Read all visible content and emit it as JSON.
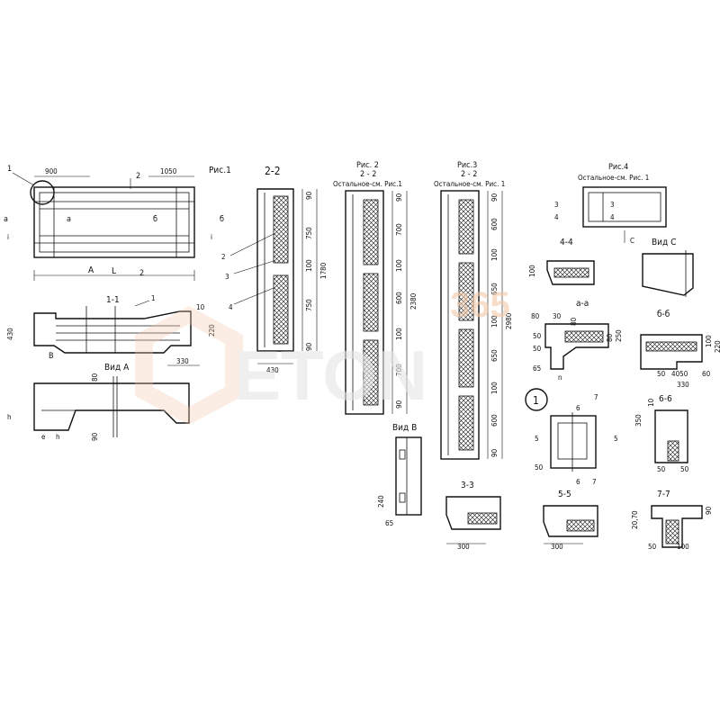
{
  "figure_titles": {
    "ris1": "Рис.1",
    "ris2": "Рис. 2",
    "ris2_section": "2 - 2",
    "ris2_rest": "Остальное-см. Рис.1",
    "ris3": "Рис.3",
    "ris3_section": "2 - 2",
    "ris3_rest": "Остальное-см. Рис. 1",
    "ris4": "Рис.4",
    "ris4_rest": "Остальное-см. Рис. 1"
  },
  "section_titles": {
    "s22": "2-2",
    "s11": "1-1",
    "vid_a": "Вид А",
    "vid_b": "Вид В",
    "vid_c": "Вид С",
    "s33": "3-3",
    "s44": "4-4",
    "s55": "5-5",
    "s66": "6-6",
    "s77": "7-7",
    "saa": "а-а",
    "sbb": "б-б",
    "node1": "1"
  },
  "plan_labels": {
    "callout1": "1",
    "dim900": "900",
    "mark2_top": "2",
    "dim1050": "1050",
    "a_left": "а",
    "a_right": "а",
    "b_left": "б",
    "b_right": "б",
    "i_left": "i",
    "i_right": "i",
    "A": "А",
    "L": "L",
    "mark2_bottom": "2"
  },
  "sec11_labels": {
    "dim430": "430",
    "dim10": "10",
    "dim220": "220",
    "dim330": "330",
    "B": "В",
    "leader1": "1"
  },
  "vid_a_labels": {
    "dim80": "80",
    "dim90": "90",
    "h": "h",
    "e": "e",
    "h2": "h"
  },
  "sec22_labels": {
    "d90_top": "90",
    "d750_top": "750",
    "d100": "100",
    "d750_bot": "750",
    "d90_bot": "90",
    "total": "1780",
    "width": "430",
    "call2": "2",
    "call3": "3",
    "call4": "4"
  },
  "ris2_dims": {
    "d1": "90",
    "d2": "700",
    "d3": "100",
    "d4": "600",
    "d5": "100",
    "d6": "700",
    "d7": "90",
    "total": "2380"
  },
  "ris3_dims": {
    "d1": "90",
    "d2": "600",
    "d3": "100",
    "d4": "650",
    "d5": "100",
    "d6": "650",
    "d7": "100",
    "d8": "600",
    "d9": "90",
    "total": "2980"
  },
  "ris4_labels": {
    "n3": "3",
    "n4": "4",
    "n3b": "3",
    "n4b": "4",
    "c": "С"
  },
  "sec44_labels": {
    "dim": "100"
  },
  "vid_b_labels": {
    "d240": "240",
    "d65": "65"
  },
  "sec33_labels": {
    "d300": "300"
  },
  "sec55_labels": {
    "d300": "300"
  },
  "saa_labels": {
    "d80": "80",
    "d30": "30",
    "d80b": "80",
    "d50": "50",
    "d50b": "50",
    "d65": "65",
    "d250": "250",
    "d80c": "80",
    "n": "n"
  },
  "sbb_labels": {
    "d100": "100",
    "d220": "220",
    "d50": "50",
    "d4050": "4050",
    "d60": "60",
    "d330": "330"
  },
  "node_labels": {
    "m6": "6",
    "m7": "7",
    "m5": "5",
    "m5b": "5",
    "m6b": "6",
    "m7b": "7",
    "d50": "50"
  },
  "sec66_labels": {
    "d10": "10",
    "d350": "350",
    "d50": "50",
    "d50b": "50"
  },
  "sec77_labels": {
    "d2070": "20,70",
    "d90": "90",
    "d50": "50",
    "d100": "100"
  },
  "watermark": {
    "brand": "ETON",
    "number": "365"
  }
}
